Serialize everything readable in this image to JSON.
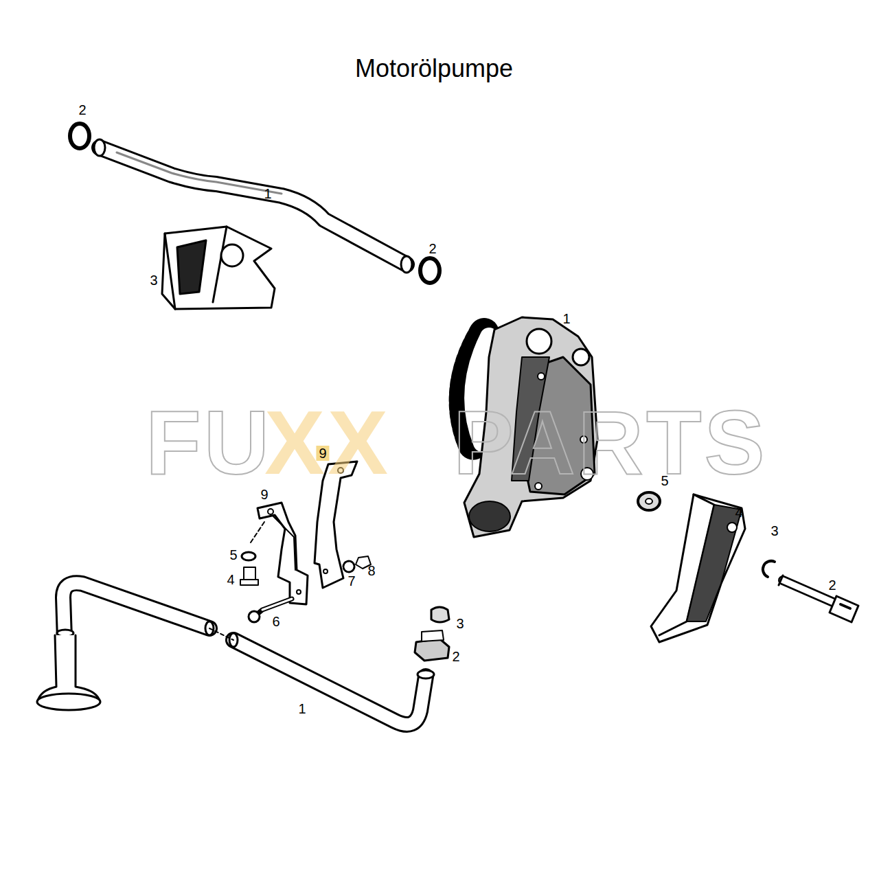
{
  "diagram": {
    "title": "Motorölpumpe",
    "labels": [
      "2",
      "1",
      "2",
      "3",
      "1",
      "5",
      "4",
      "3",
      "2",
      "9",
      "9",
      "5",
      "4",
      "8",
      "7",
      "6",
      "3",
      "2",
      "1",
      "FU",
      "XX",
      "PARTS"
    ]
  }
}
